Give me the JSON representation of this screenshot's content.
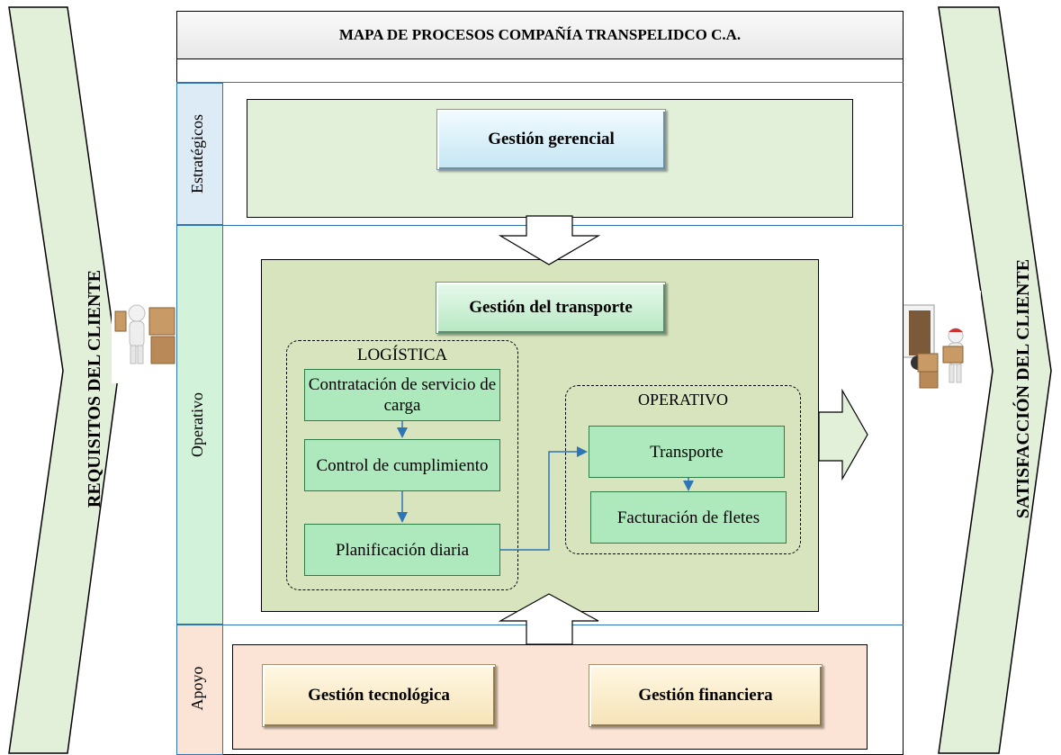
{
  "title": "MAPA DE PROCESOS COMPAÑÍA TRANSPELIDCO C.A.",
  "left_arrow": {
    "label": "REQUISITOS DEL CLIENTE"
  },
  "right_arrow": {
    "label": "SATISFACCIÓN DEL CLIENTE"
  },
  "rows": {
    "strategic": "Estratégicos",
    "operative": "Operativo",
    "support": "Apoyo"
  },
  "processes": {
    "gerencial": "Gestión gerencial",
    "transporte": "Gestión del transporte",
    "tecnologica": "Gestión tecnológica",
    "financiera": "Gestión financiera"
  },
  "logistica": {
    "title": "LOGÍSTICA",
    "steps": [
      "Contratación de servicio de carga",
      "Control de cumplimiento",
      "Planificación diaria"
    ]
  },
  "operativo": {
    "title": "OPERATIVO",
    "steps": [
      "Transporte",
      "Facturación de fletes"
    ]
  },
  "colors": {
    "arrow_fill": "#e2efd9",
    "strategic_band": "#ddebf7",
    "operative_band": "#d3f2da",
    "support_band": "#fbe4d5",
    "operative_panel": "#d7e4bd",
    "step_fill": "#aee9be",
    "flow_line": "#2e75b6"
  }
}
